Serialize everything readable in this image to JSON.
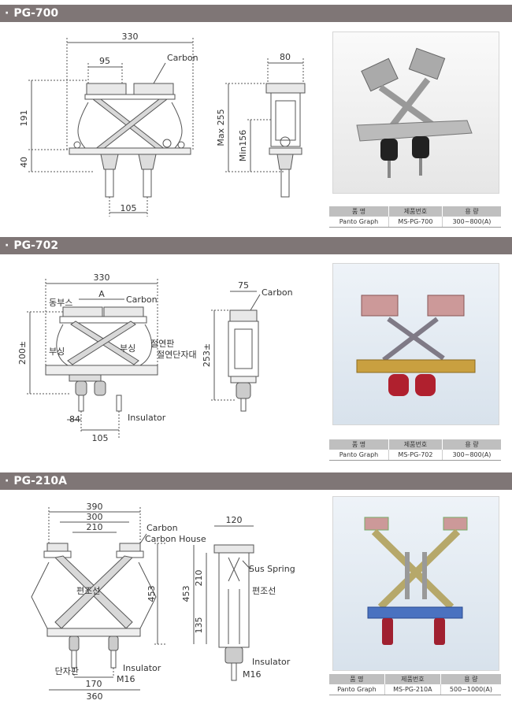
{
  "products": [
    {
      "title": "PG-700",
      "dims": {
        "total": "330",
        "pair": "95",
        "carbon": "Carbon",
        "height": "191",
        "base": "40",
        "pitch": "105",
        "side_w": "80",
        "max": "Max 255",
        "min": "Min156"
      },
      "table": {
        "headers": [
          "품 명",
          "제품번호",
          "용 량"
        ],
        "row": [
          "Panto Graph",
          "MS-PG-700",
          "300~800(A)"
        ]
      }
    },
    {
      "title": "PG-702",
      "dims": {
        "total": "330",
        "a": "A",
        "carbon": "Carbon",
        "bush": "동부스",
        "spring_l": "부싱",
        "spring_r": "부싱",
        "insul_plate": "절연판",
        "insul_term": "절연단자대",
        "height": "200±",
        "pitch_inner": "84",
        "pitch": "105",
        "insulator": "Insulator",
        "side_w": "75",
        "side_carbon": "Carbon",
        "side_h": "253±"
      },
      "table": {
        "headers": [
          "품 명",
          "제품번호",
          "용 량"
        ],
        "row": [
          "Panto Graph",
          "MS-PG-702",
          "300~800(A)"
        ]
      }
    },
    {
      "title": "PG-210A",
      "dims": {
        "w390": "390",
        "w300": "300",
        "w210": "210",
        "carbon": "Carbon",
        "carbon_house": "Carbon House",
        "braid": "편조선",
        "height": "453",
        "plate": "단자판",
        "insulator": "Insulator",
        "m16": "M16",
        "w170": "170",
        "w360": "360",
        "side_w": "120",
        "sus": "Sus Spring",
        "s210": "210",
        "s453": "453",
        "s135": "135",
        "side_braid": "편조선",
        "side_insulator": "Insulator",
        "side_m16": "M16"
      },
      "table": {
        "headers": [
          "품 명",
          "제품번호",
          "용 량"
        ],
        "row": [
          "Panto Graph",
          "MS-PG-210A",
          "500~1000(A)"
        ]
      }
    }
  ]
}
